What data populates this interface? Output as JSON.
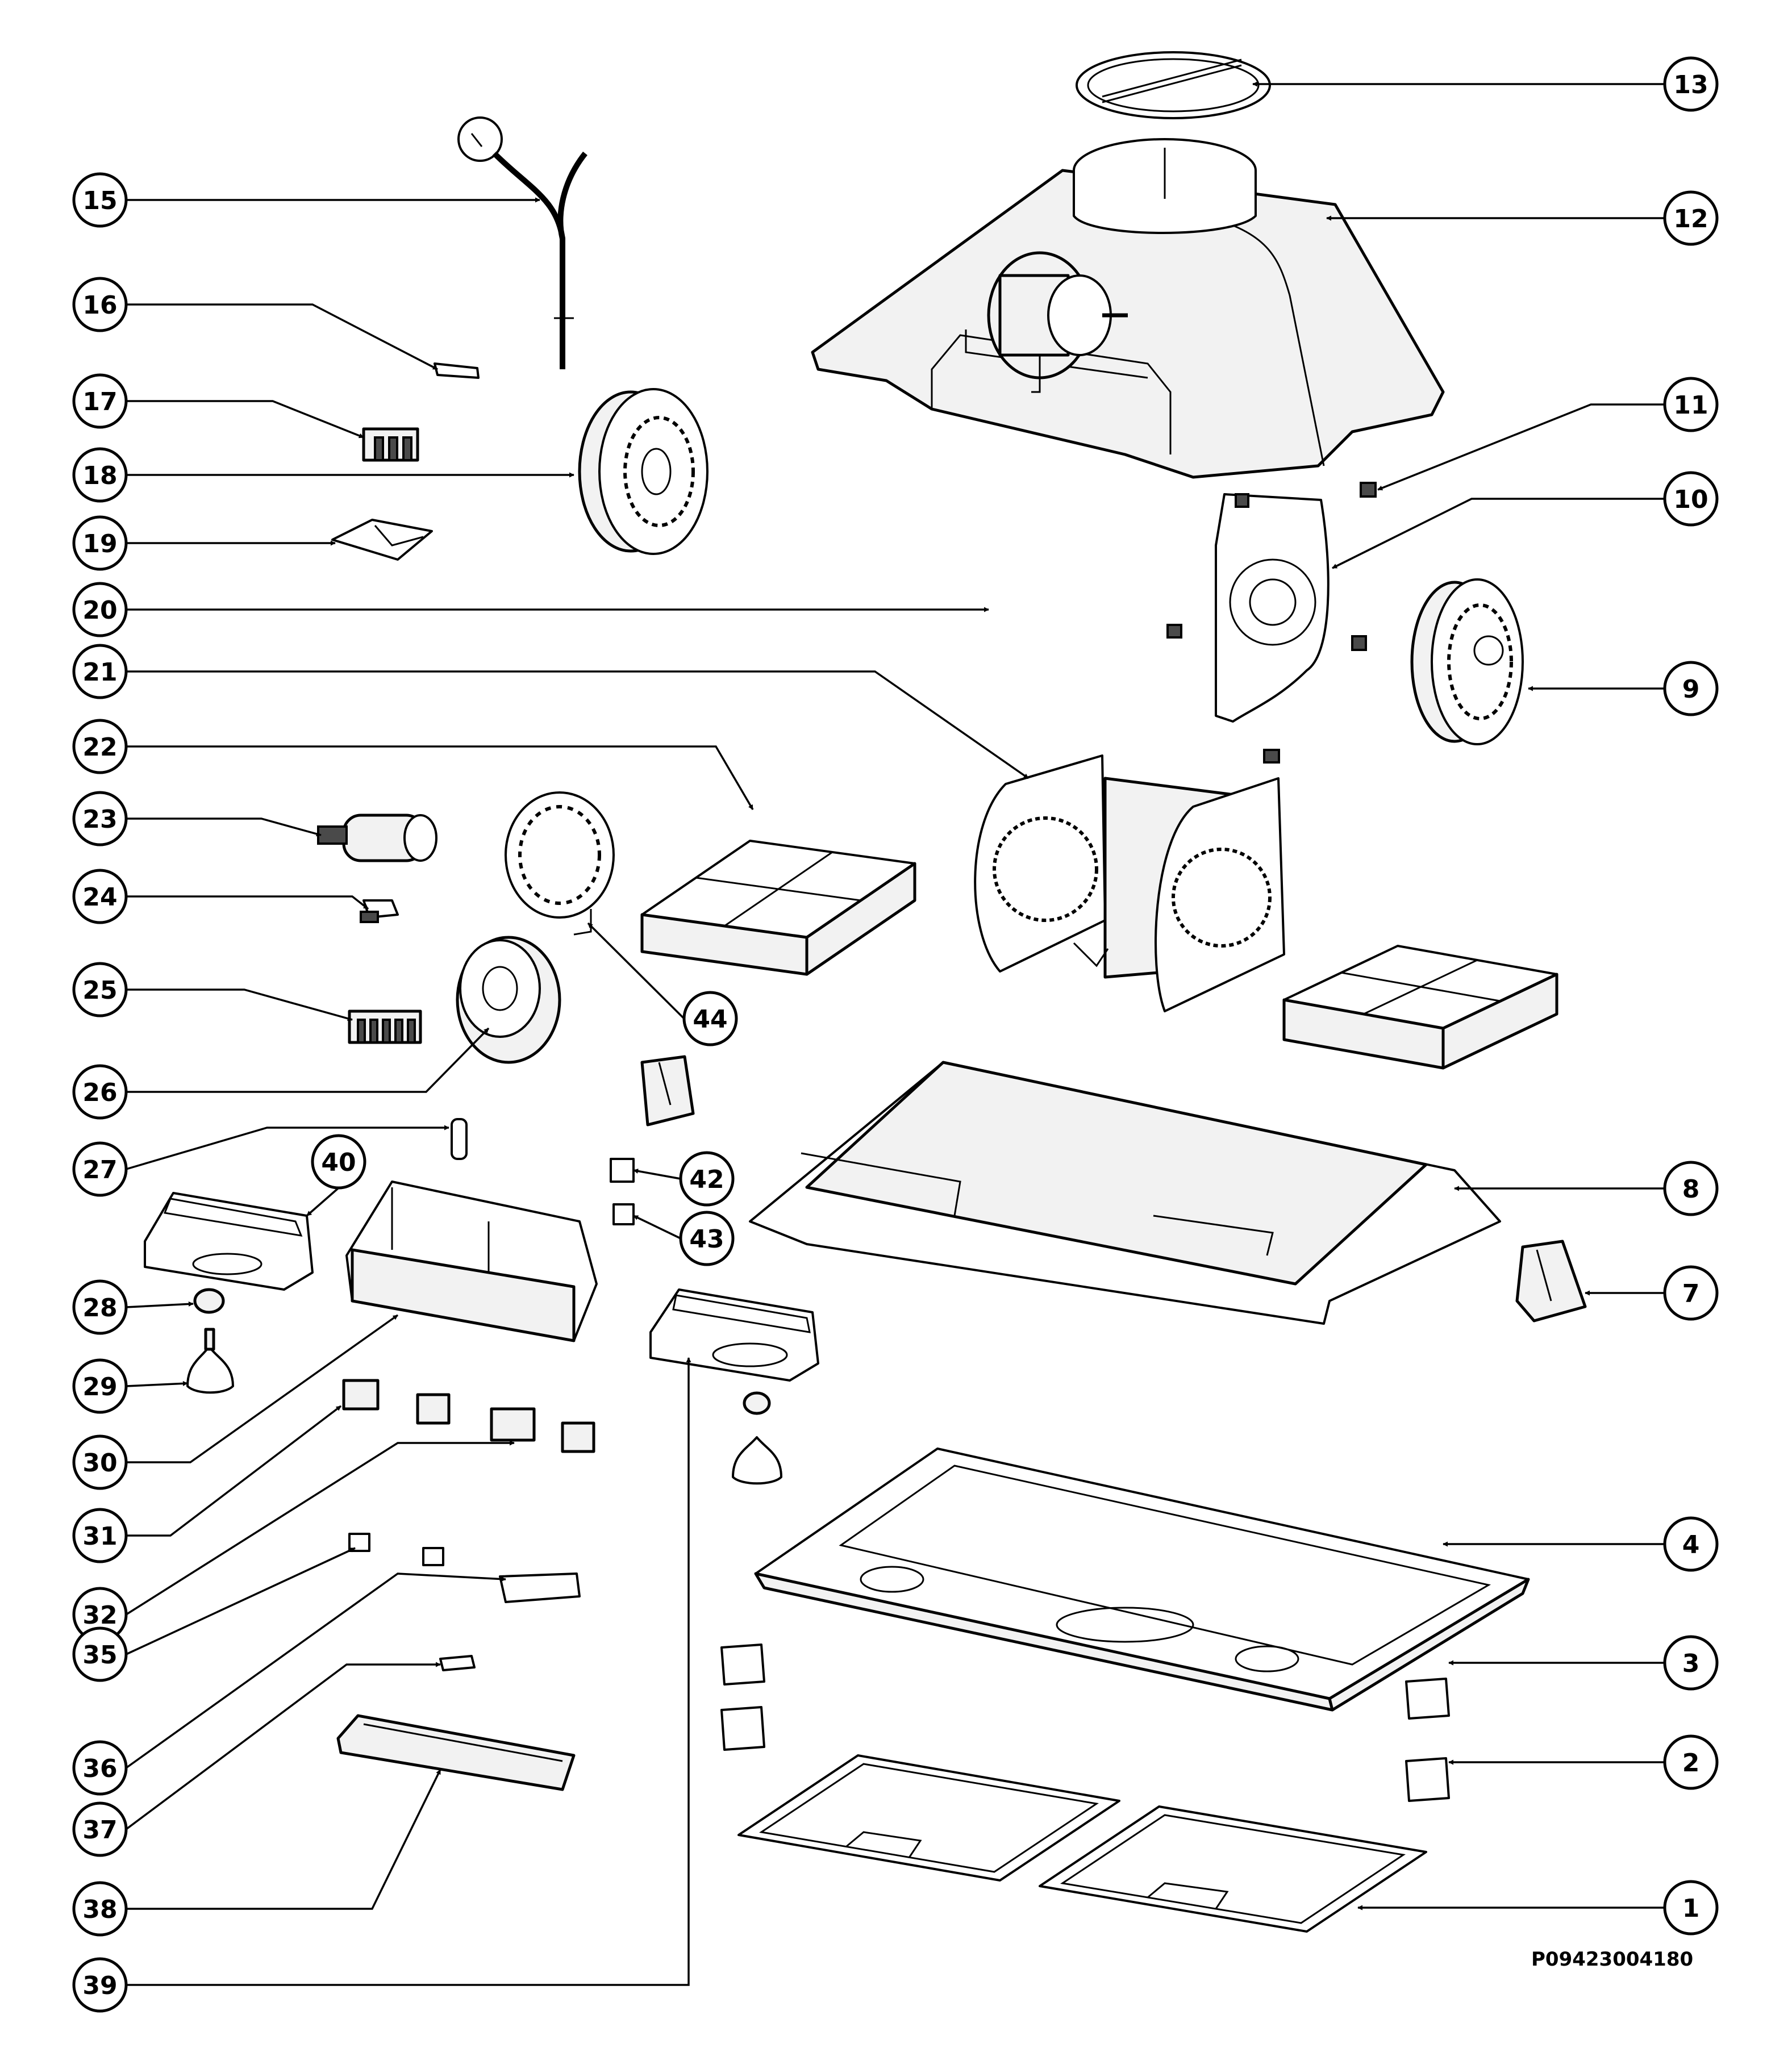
{
  "callouts": [
    "1",
    "2",
    "3",
    "4",
    "7",
    "8",
    "9",
    "10",
    "11",
    "12",
    "13",
    "15",
    "16",
    "17",
    "18",
    "19",
    "20",
    "21",
    "22",
    "23",
    "24",
    "25",
    "26",
    "27",
    "28",
    "29",
    "30",
    "31",
    "32",
    "35",
    "36",
    "37",
    "38",
    "39",
    "40",
    "42",
    "43",
    "44"
  ],
  "drawing_code": "P09423004180",
  "colors": {
    "line": "#000000",
    "background": "#ffffff"
  }
}
